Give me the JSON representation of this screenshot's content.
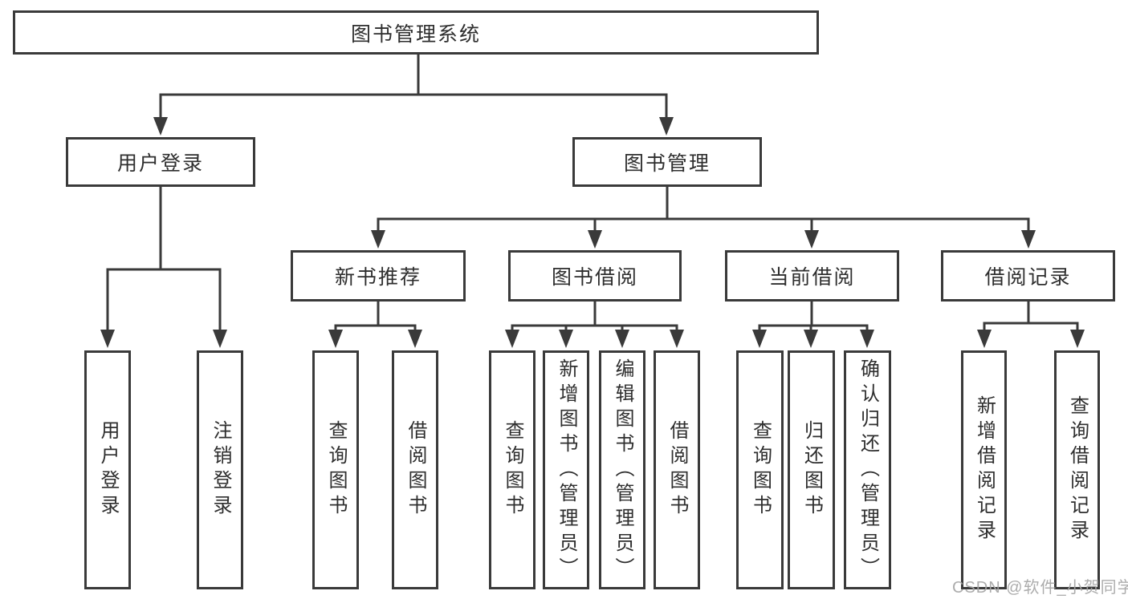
{
  "tree": {
    "label": "图书管理系统",
    "children": [
      {
        "label": "用户登录",
        "children": [
          {
            "label": "用户登录"
          },
          {
            "label": "注销登录"
          }
        ]
      },
      {
        "label": "图书管理",
        "children": [
          {
            "label": "新书推荐",
            "children": [
              {
                "label": "查询图书"
              },
              {
                "label": "借阅图书"
              }
            ]
          },
          {
            "label": "图书借阅",
            "children": [
              {
                "label": "查询图书"
              },
              {
                "label": "新增图书（管理员）"
              },
              {
                "label": "编辑图书（管理员）"
              },
              {
                "label": "借阅图书"
              }
            ]
          },
          {
            "label": "当前借阅",
            "children": [
              {
                "label": "查询图书"
              },
              {
                "label": "归还图书"
              },
              {
                "label": "确认归还（管理员）"
              }
            ]
          },
          {
            "label": "借阅记录",
            "children": [
              {
                "label": "新增借阅记录"
              },
              {
                "label": "查询借阅记录"
              }
            ]
          }
        ]
      }
    ]
  },
  "watermark": {
    "text": "CSDN @软件_小贺同学"
  },
  "colors": {
    "line": "#3a3a3a",
    "text": "#2e2e2e",
    "watermark": "#a6a6a6",
    "background": "#ffffff"
  }
}
